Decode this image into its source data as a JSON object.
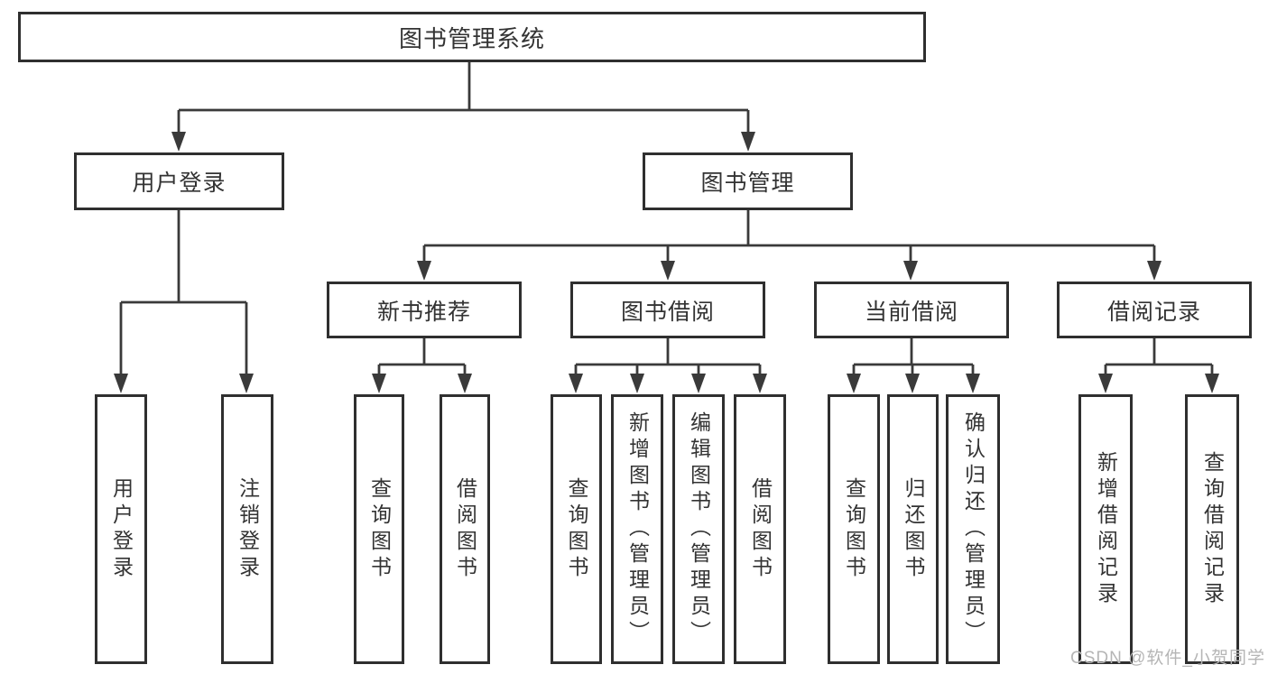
{
  "colors": {
    "line": "#3a3a3a",
    "border": "#2f2f2f",
    "text": "#333333",
    "watermark-color": "#b5b5b5"
  },
  "diagram": {
    "root": {
      "label": "图书管理系统"
    },
    "branches": {
      "user_login": {
        "label": "用户登录"
      },
      "book_mgmt": {
        "label": "图书管理"
      }
    },
    "modules": {
      "new_book_rec": {
        "label": "新书推荐"
      },
      "book_borrow": {
        "label": "图书借阅"
      },
      "current_borrow": {
        "label": "当前借阅"
      },
      "borrow_records": {
        "label": "借阅记录"
      }
    },
    "leaves": {
      "user_login": {
        "label": "用户登录"
      },
      "logout": {
        "label": "注销登录"
      },
      "query_books_1": {
        "label": "查询图书"
      },
      "borrow_books_1": {
        "label": "借阅图书"
      },
      "query_books_2": {
        "label": "查询图书"
      },
      "add_books": {
        "label": "新增图书（管理员）"
      },
      "edit_books": {
        "label": "编辑图书（管理员）"
      },
      "borrow_books_2": {
        "label": "借阅图书"
      },
      "query_books_3": {
        "label": "查询图书"
      },
      "return_books": {
        "label": "归还图书"
      },
      "confirm_return": {
        "label": "确认归还（管理员）"
      },
      "add_borrow_record": {
        "label": "新增借阅记录"
      },
      "query_borrow_record": {
        "label": "查询借阅记录"
      }
    }
  },
  "watermark": {
    "text": "CSDN @软件_小贺同学"
  }
}
